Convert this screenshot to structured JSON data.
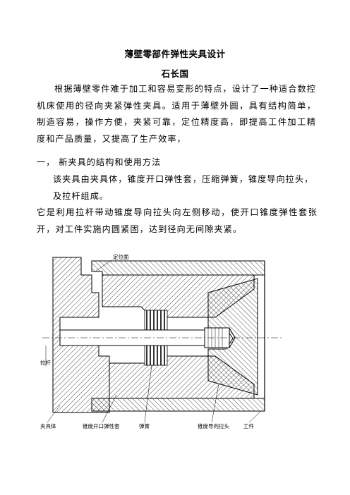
{
  "document": {
    "title": "薄壁零部件弹性夹具设计",
    "author": "石长国",
    "abstract": "根据薄壁零件难于加工和容易变形的特点，设计了一种适合数控机床使用的径向夹紧弹性夹具。适用于薄壁外圆，具有结构简单，制造容易，操作方便，夹紧可靠，定位精度高，即提高工件加工精度和产品质量，又提高了生产效率，",
    "section1_heading": "一，  新夹具的结构和使用方法",
    "section1_p1_line1": "该夹具由夹具体，锥度开口弹性套，压缩弹簧，锥度导向拉头，",
    "section1_p1_line2": "及拉杆组成。",
    "section1_p2": "它是利用拉杆带动锥度导向拉头向左侧移动，使开口锥度弹性套张开，对工件实施内圆紧固，达到径向无间隙夹紧。"
  },
  "figure": {
    "labels": {
      "locating_face": "定位面",
      "pull_rod": "拉杆",
      "fixture_body": "夹具体",
      "elastic_sleeve": "锥度开口弹性套",
      "spring": "弹簧",
      "guide_head": "锥度导向拉头",
      "workpiece": "工件"
    }
  }
}
